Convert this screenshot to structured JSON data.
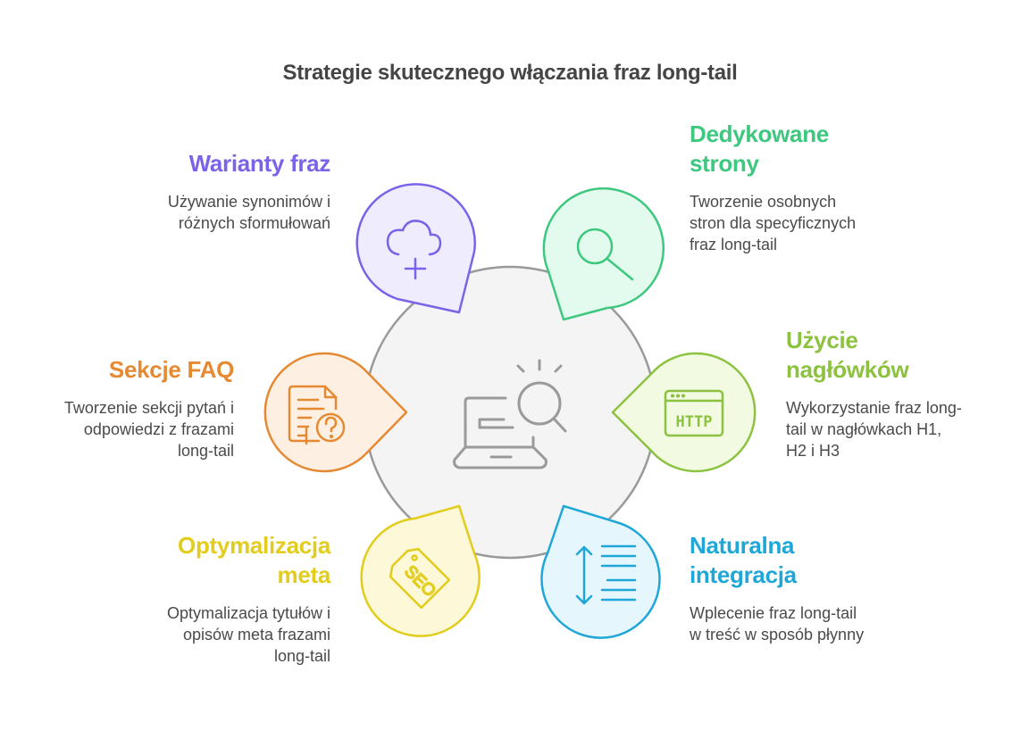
{
  "title": "Strategie skutecznego włączania fraz long-tail",
  "center": {
    "icon": "laptop-search-icon",
    "fill": "#f4f4f4",
    "stroke": "#9a9a9a"
  },
  "items": [
    {
      "id": "warianty",
      "heading": "Warianty fraz",
      "description": [
        "Używanie synonimów i",
        "różnych sformułowań"
      ],
      "icon": "cloud-plus-icon",
      "color": "#7c62e8",
      "fill": "#efedfd"
    },
    {
      "id": "dedykowane",
      "heading": [
        "Dedykowane",
        "strony"
      ],
      "description": [
        "Tworzenie osobnych",
        "stron dla specyficznych",
        "fraz long-tail"
      ],
      "icon": "search-icon",
      "color": "#3ec77e",
      "fill": "#e3fbee"
    },
    {
      "id": "naglowki",
      "heading": [
        "Użycie",
        "nagłówków"
      ],
      "description": [
        "Wykorzystanie fraz long-",
        "tail w nagłówkach H1,",
        "H2 i H3"
      ],
      "icon": "http-browser-icon",
      "color": "#8cc23f",
      "fill": "#f2fbe2"
    },
    {
      "id": "naturalna",
      "heading": [
        "Naturalna",
        "integracja"
      ],
      "description": [
        "Wplecenie fraz long-tail",
        "w treść w sposób płynny"
      ],
      "icon": "line-spacing-icon",
      "color": "#1fa7d8",
      "fill": "#e6f6fd"
    },
    {
      "id": "meta",
      "heading": [
        "Optymalizacja",
        "meta"
      ],
      "description": [
        "Optymalizacja tytułów i",
        "opisów meta frazami",
        "long-tail"
      ],
      "icon": "seo-tag-icon",
      "color": "#e2cc1c",
      "fill": "#fdf8d8"
    },
    {
      "id": "faq",
      "heading": "Sekcje FAQ",
      "description": [
        "Tworzenie sekcji pytań i",
        "odpowiedzi z frazami",
        "long-tail"
      ],
      "icon": "faq-document-icon",
      "color": "#e58a32",
      "fill": "#fdefe1"
    }
  ]
}
